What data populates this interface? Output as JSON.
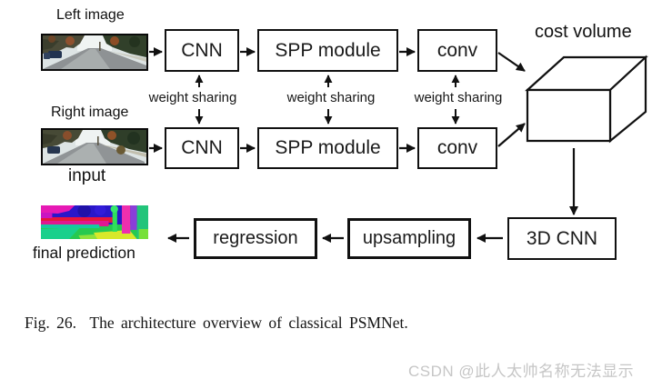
{
  "figure": {
    "labels": {
      "left_image": "Left image",
      "right_image": "Right image",
      "input": "input",
      "cost_volume": "cost volume",
      "final_prediction": "final prediction",
      "weight_sharing": "weight sharing"
    },
    "nodes": {
      "cnn_top": "CNN",
      "spp_top": "SPP module",
      "conv_top": "conv",
      "cnn_bottom": "CNN",
      "spp_bottom": "SPP module",
      "conv_bottom": "conv",
      "cnn_3d": "3D CNN",
      "upsampling": "upsampling",
      "regression": "regression"
    },
    "caption": "Fig. 26.  The architecture overview of classical PSMNet.",
    "watermark": "CSDN @此人太帅名称无法显示",
    "colors": {
      "line": "#111111",
      "box_fill": "#ffffff",
      "watermark_gray": "#c6c6c6"
    }
  }
}
